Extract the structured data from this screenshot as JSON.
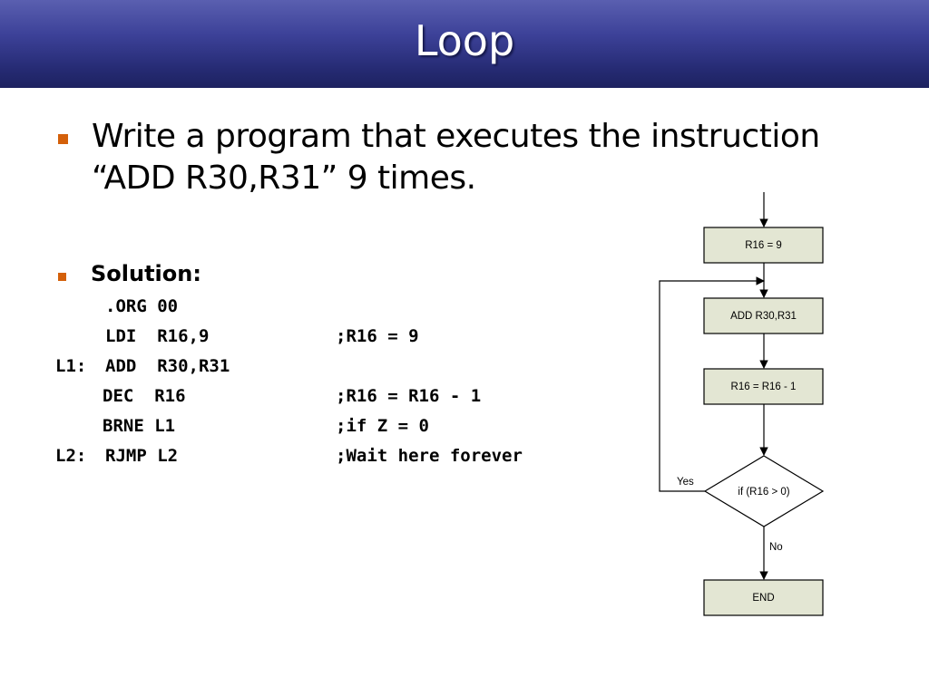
{
  "slide": {
    "title": "Loop",
    "bullet1": "Write a program that executes the instruction “ADD R30,R31” 9 times.",
    "solution_label": "Solution:"
  },
  "code": [
    {
      "label": "",
      "instr": ".ORG 00",
      "comment": ""
    },
    {
      "label": "",
      "instr": "LDI  R16,9",
      "comment": ";R16 = 9"
    },
    {
      "label": "L1:",
      "instr": "ADD  R30,R31",
      "comment": ""
    },
    {
      "label": "",
      "instr": "DEC  R16",
      "comment": ";R16 = R16 - 1"
    },
    {
      "label": "",
      "instr": "BRNE L1",
      "comment": ";if Z = 0"
    },
    {
      "label": "L2:",
      "instr": "RJMP L2",
      "comment": ";Wait here forever"
    }
  ],
  "flowchart": {
    "box1": "R16 = 9",
    "box2": "ADD R30,R31",
    "box3": "R16 = R16 - 1",
    "decision": "if (R16 > 0)",
    "yes_label": "Yes",
    "no_label": "No",
    "end": "END",
    "box_fill": "#e3e6d3"
  }
}
